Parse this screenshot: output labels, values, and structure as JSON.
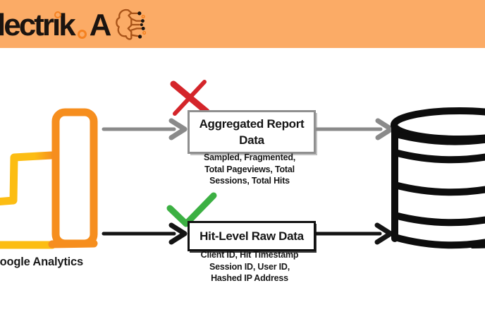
{
  "header": {
    "background_color": "#FBAB66",
    "logo": {
      "pre": "lectr",
      "i_stem": "ı",
      "post": "k",
      "suffix": "A",
      "text_color": "#1b1410",
      "dot_color": "#F58220",
      "icon": "brain-circuit-icon"
    }
  },
  "diagram": {
    "source": {
      "label": "Google Analytics",
      "icon": "google-analytics-bars-icon",
      "bar_yellow": "#FCBD13",
      "bar_orange": "#F68E1E"
    },
    "rejected_path": {
      "status_icon": "red-x-icon",
      "status_color": "#D4252A",
      "arrow_color": "#8A8A8A",
      "box_border_color": "#8F8F8F",
      "title_lines": [
        "Aggregated Report",
        "Data"
      ],
      "details": [
        "Sampled, Fragmented,",
        "Total Pageviews, Total",
        "Sessions, Total Hits"
      ]
    },
    "accepted_path": {
      "status_icon": "green-check-icon",
      "status_color": "#3CB043",
      "arrow_color": "#141414",
      "box_border_color": "#111111",
      "title": "Hit-Level Raw Data",
      "details": [
        "Client ID, Hit Timestamp",
        "Session ID, User ID,",
        "Hashed IP Address"
      ]
    },
    "destination": {
      "icon": "database-icon",
      "color": "#0D0D0D"
    }
  }
}
